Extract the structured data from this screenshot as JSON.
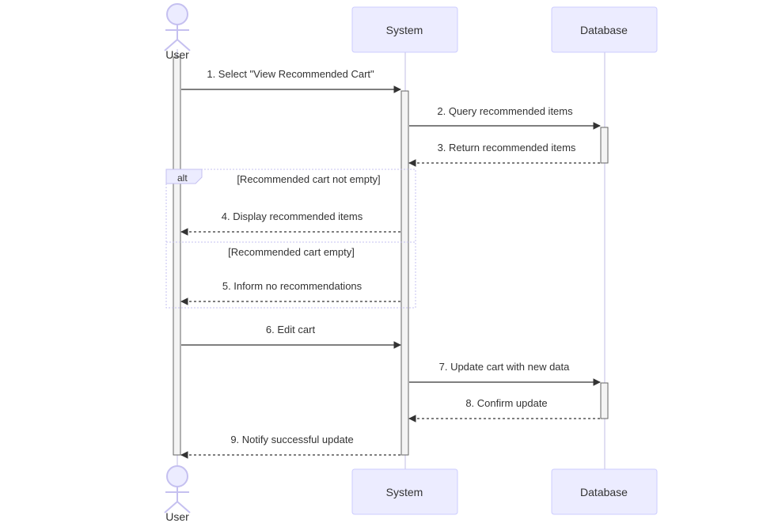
{
  "participants": [
    {
      "id": "user",
      "label": "User",
      "shape": "actor"
    },
    {
      "id": "system",
      "label": "System",
      "shape": "box"
    },
    {
      "id": "database",
      "label": "Database",
      "shape": "box"
    }
  ],
  "messages": [
    {
      "label": "1. Select \"View Recommended Cart\"",
      "from": "user",
      "to": "system",
      "style": "solid"
    },
    {
      "label": "2. Query recommended items",
      "from": "system",
      "to": "database",
      "style": "solid"
    },
    {
      "label": "3. Return recommended items",
      "from": "database",
      "to": "system",
      "style": "dashed"
    },
    {
      "label": "4. Display recommended items",
      "from": "system",
      "to": "user",
      "style": "dashed"
    },
    {
      "label": "5. Inform no recommendations",
      "from": "system",
      "to": "user",
      "style": "dashed"
    },
    {
      "label": "6. Edit cart",
      "from": "user",
      "to": "system",
      "style": "solid"
    },
    {
      "label": "7. Update cart with new data",
      "from": "system",
      "to": "database",
      "style": "solid"
    },
    {
      "label": "8. Confirm update",
      "from": "database",
      "to": "system",
      "style": "dashed"
    },
    {
      "label": "9. Notify successful update",
      "from": "system",
      "to": "user",
      "style": "dashed"
    }
  ],
  "alt_block": {
    "keyword": "alt",
    "conditions": [
      "[Recommended cart not empty]",
      "[Recommended cart empty]"
    ]
  },
  "colors": {
    "participant_fill": "#ECECFF",
    "participant_border": "#CCCCFF",
    "lifeline": "#D6D3EE",
    "activation_fill": "#F4F4F4",
    "activation_border": "#666666",
    "arrow": "#333333",
    "alt_border": "#C5C0F0"
  }
}
